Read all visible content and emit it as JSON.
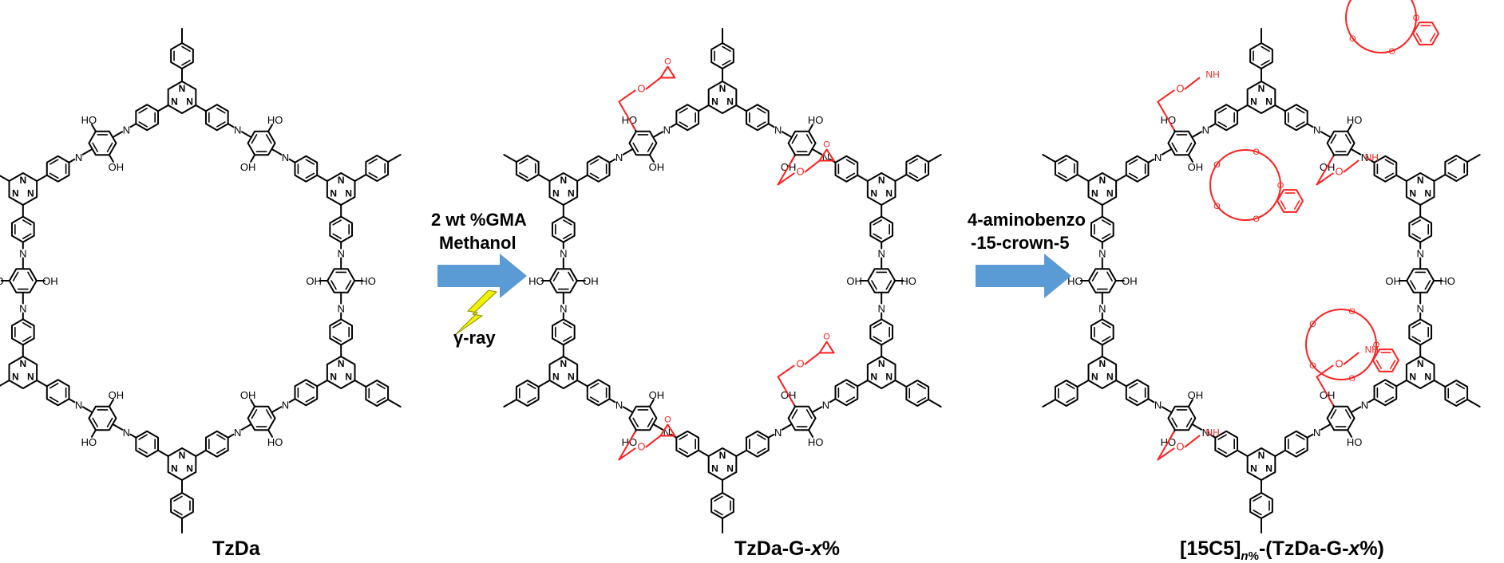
{
  "labels": {
    "s1": "TzDa",
    "s2_base": "TzDa-G-",
    "s2_x": "x",
    "s2_pct": "%",
    "s3_open": "[15C5]",
    "s3_sub_n": "n",
    "s3_sub_pct": "%",
    "s3_rest": "-(TzDa-G-",
    "s3_x": "x",
    "s3_close": "%)"
  },
  "step1": {
    "line1": "2 wt %GMA",
    "line2": "Methanol",
    "line3": "γ-ray"
  },
  "step2": {
    "line1": "4-aminobenzo",
    "line2": "-15-crown-5"
  },
  "atoms": {
    "n": "N",
    "oh": "OH",
    "ho": "HO",
    "o": "O",
    "nh": "NH"
  },
  "colors": {
    "structure": "#000000",
    "modification": "#ff2020",
    "arrow": "#5b9bd5",
    "bolt": "#f2f200"
  },
  "icons": {
    "arrow": "arrow-right-icon",
    "bolt": "lightning-bolt-icon"
  }
}
